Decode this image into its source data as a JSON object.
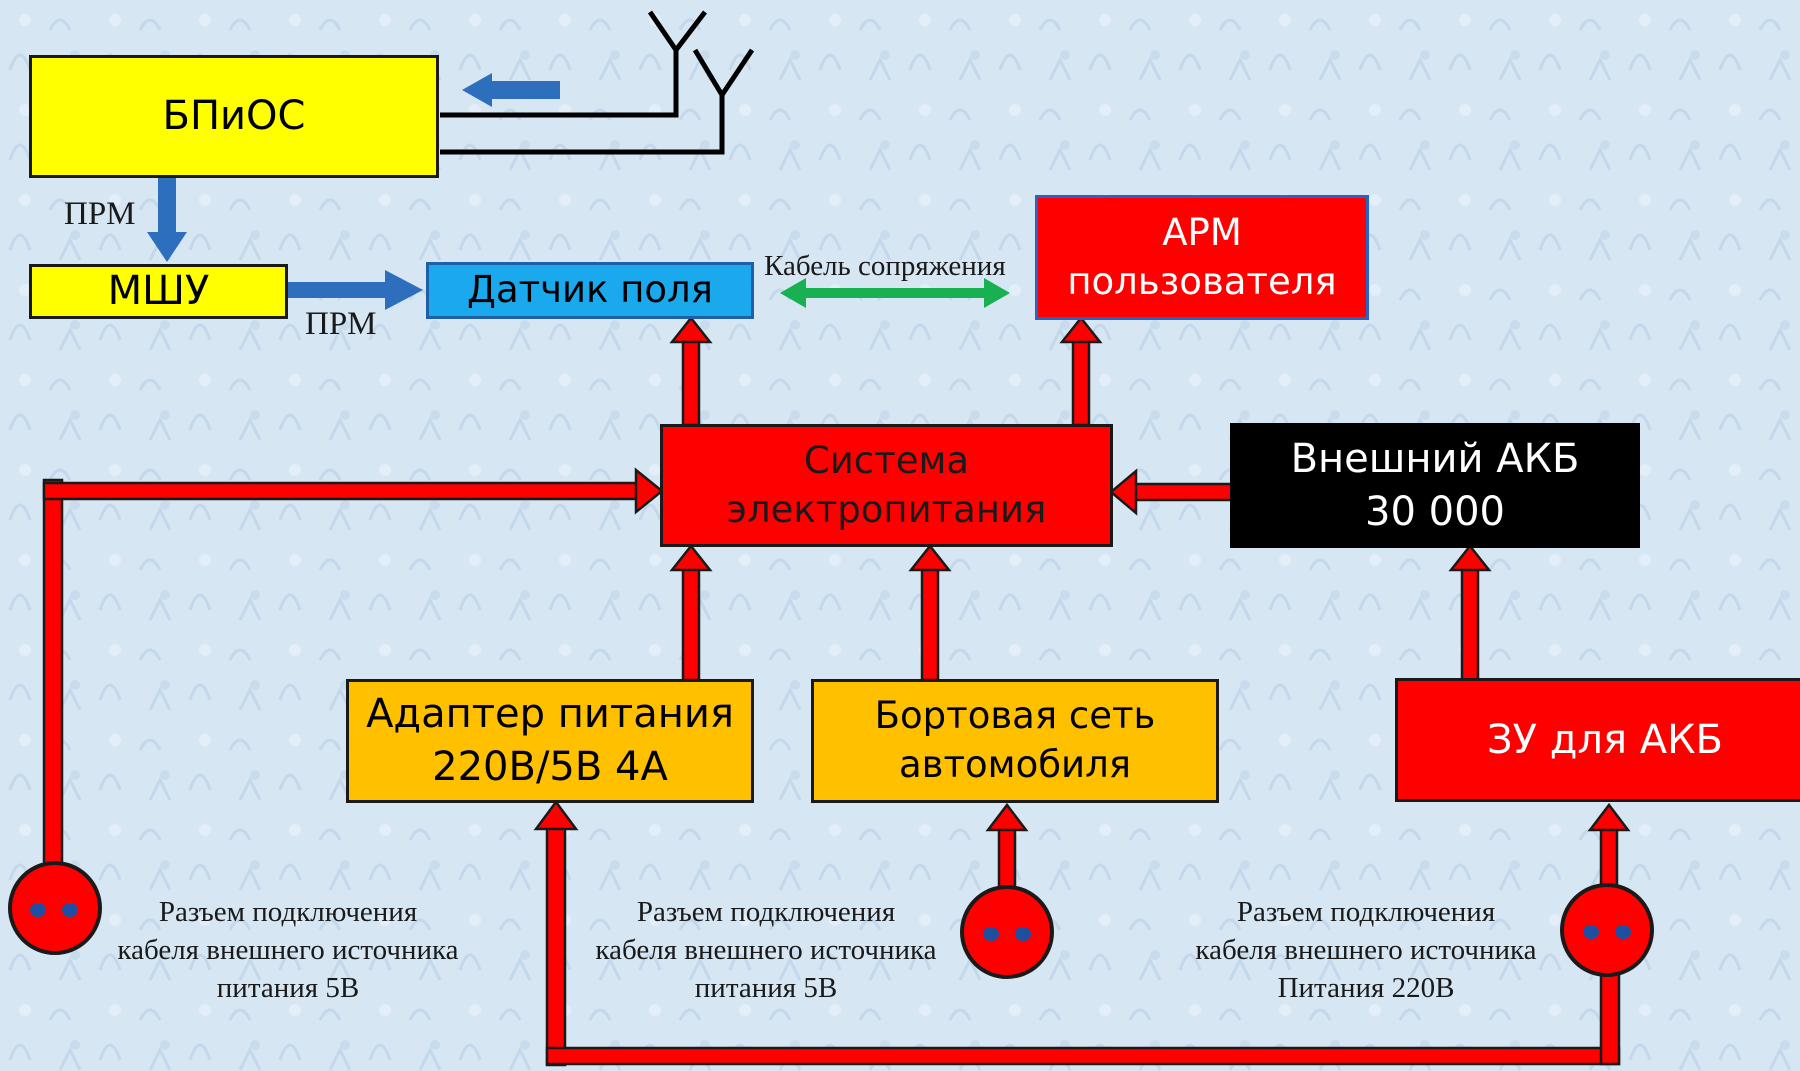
{
  "blocks": {
    "bpios": "БПиОС",
    "mshu": "МШУ",
    "field_sensor": "Датчик поля",
    "arm": [
      "АРМ",
      "пользователя"
    ],
    "power_system": [
      "Система",
      "электропитания"
    ],
    "ext_battery": [
      "Внешний АКБ",
      "30 000"
    ],
    "adapter": [
      "Адаптер питания",
      "220В/5В 4А"
    ],
    "car_network": [
      "Бортовая сеть",
      "автомобиля"
    ],
    "charger": "ЗУ для АКБ"
  },
  "labels": {
    "prm_vertical": "ПРМ",
    "prm_horizontal": "ПРМ",
    "interface_cable": "Кабель сопряжения"
  },
  "connectors": {
    "left": [
      "Разъем подключения",
      "кабеля внешнего источника",
      "питания 5В"
    ],
    "middle": [
      "Разъем подключения",
      "кабеля внешнего источника",
      "питания 5В"
    ],
    "right": [
      "Разъем подключения",
      "кабеля внешнего источника",
      "Питания 220В"
    ]
  },
  "colors": {
    "wire_red": "#ff0000",
    "signal_blue": "#2e6fbd",
    "cable_green": "#18b050",
    "block_yellow": "#ffff00",
    "block_amber": "#ffc000",
    "block_cyan": "#1aa9ec"
  }
}
